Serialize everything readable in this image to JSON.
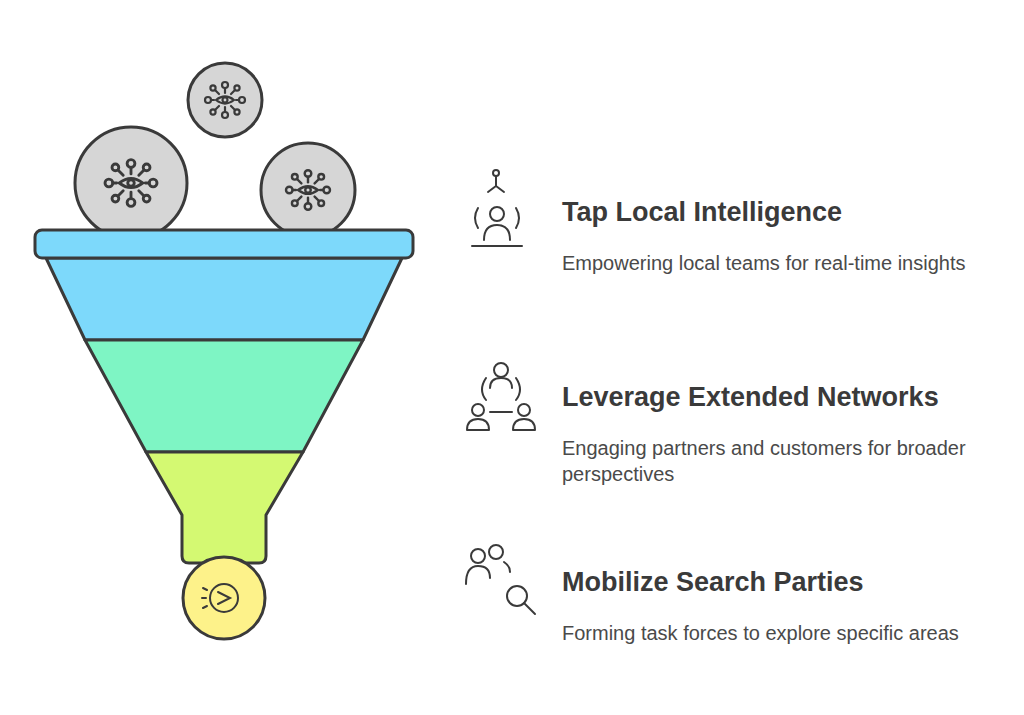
{
  "diagram": {
    "nodes": [
      {
        "text": [
          "Tap Local Intelligence",
          "Empowering local teams for real-time insights"
        ]
      },
      {
        "text": [
          "Leverage Extended Networks",
          "Engaging partners and customers for broader perspectives"
        ]
      },
      {
        "text": [
          "Mobilize Search Parties",
          "Forming task forces to explore specific areas"
        ]
      }
    ]
  }
}
